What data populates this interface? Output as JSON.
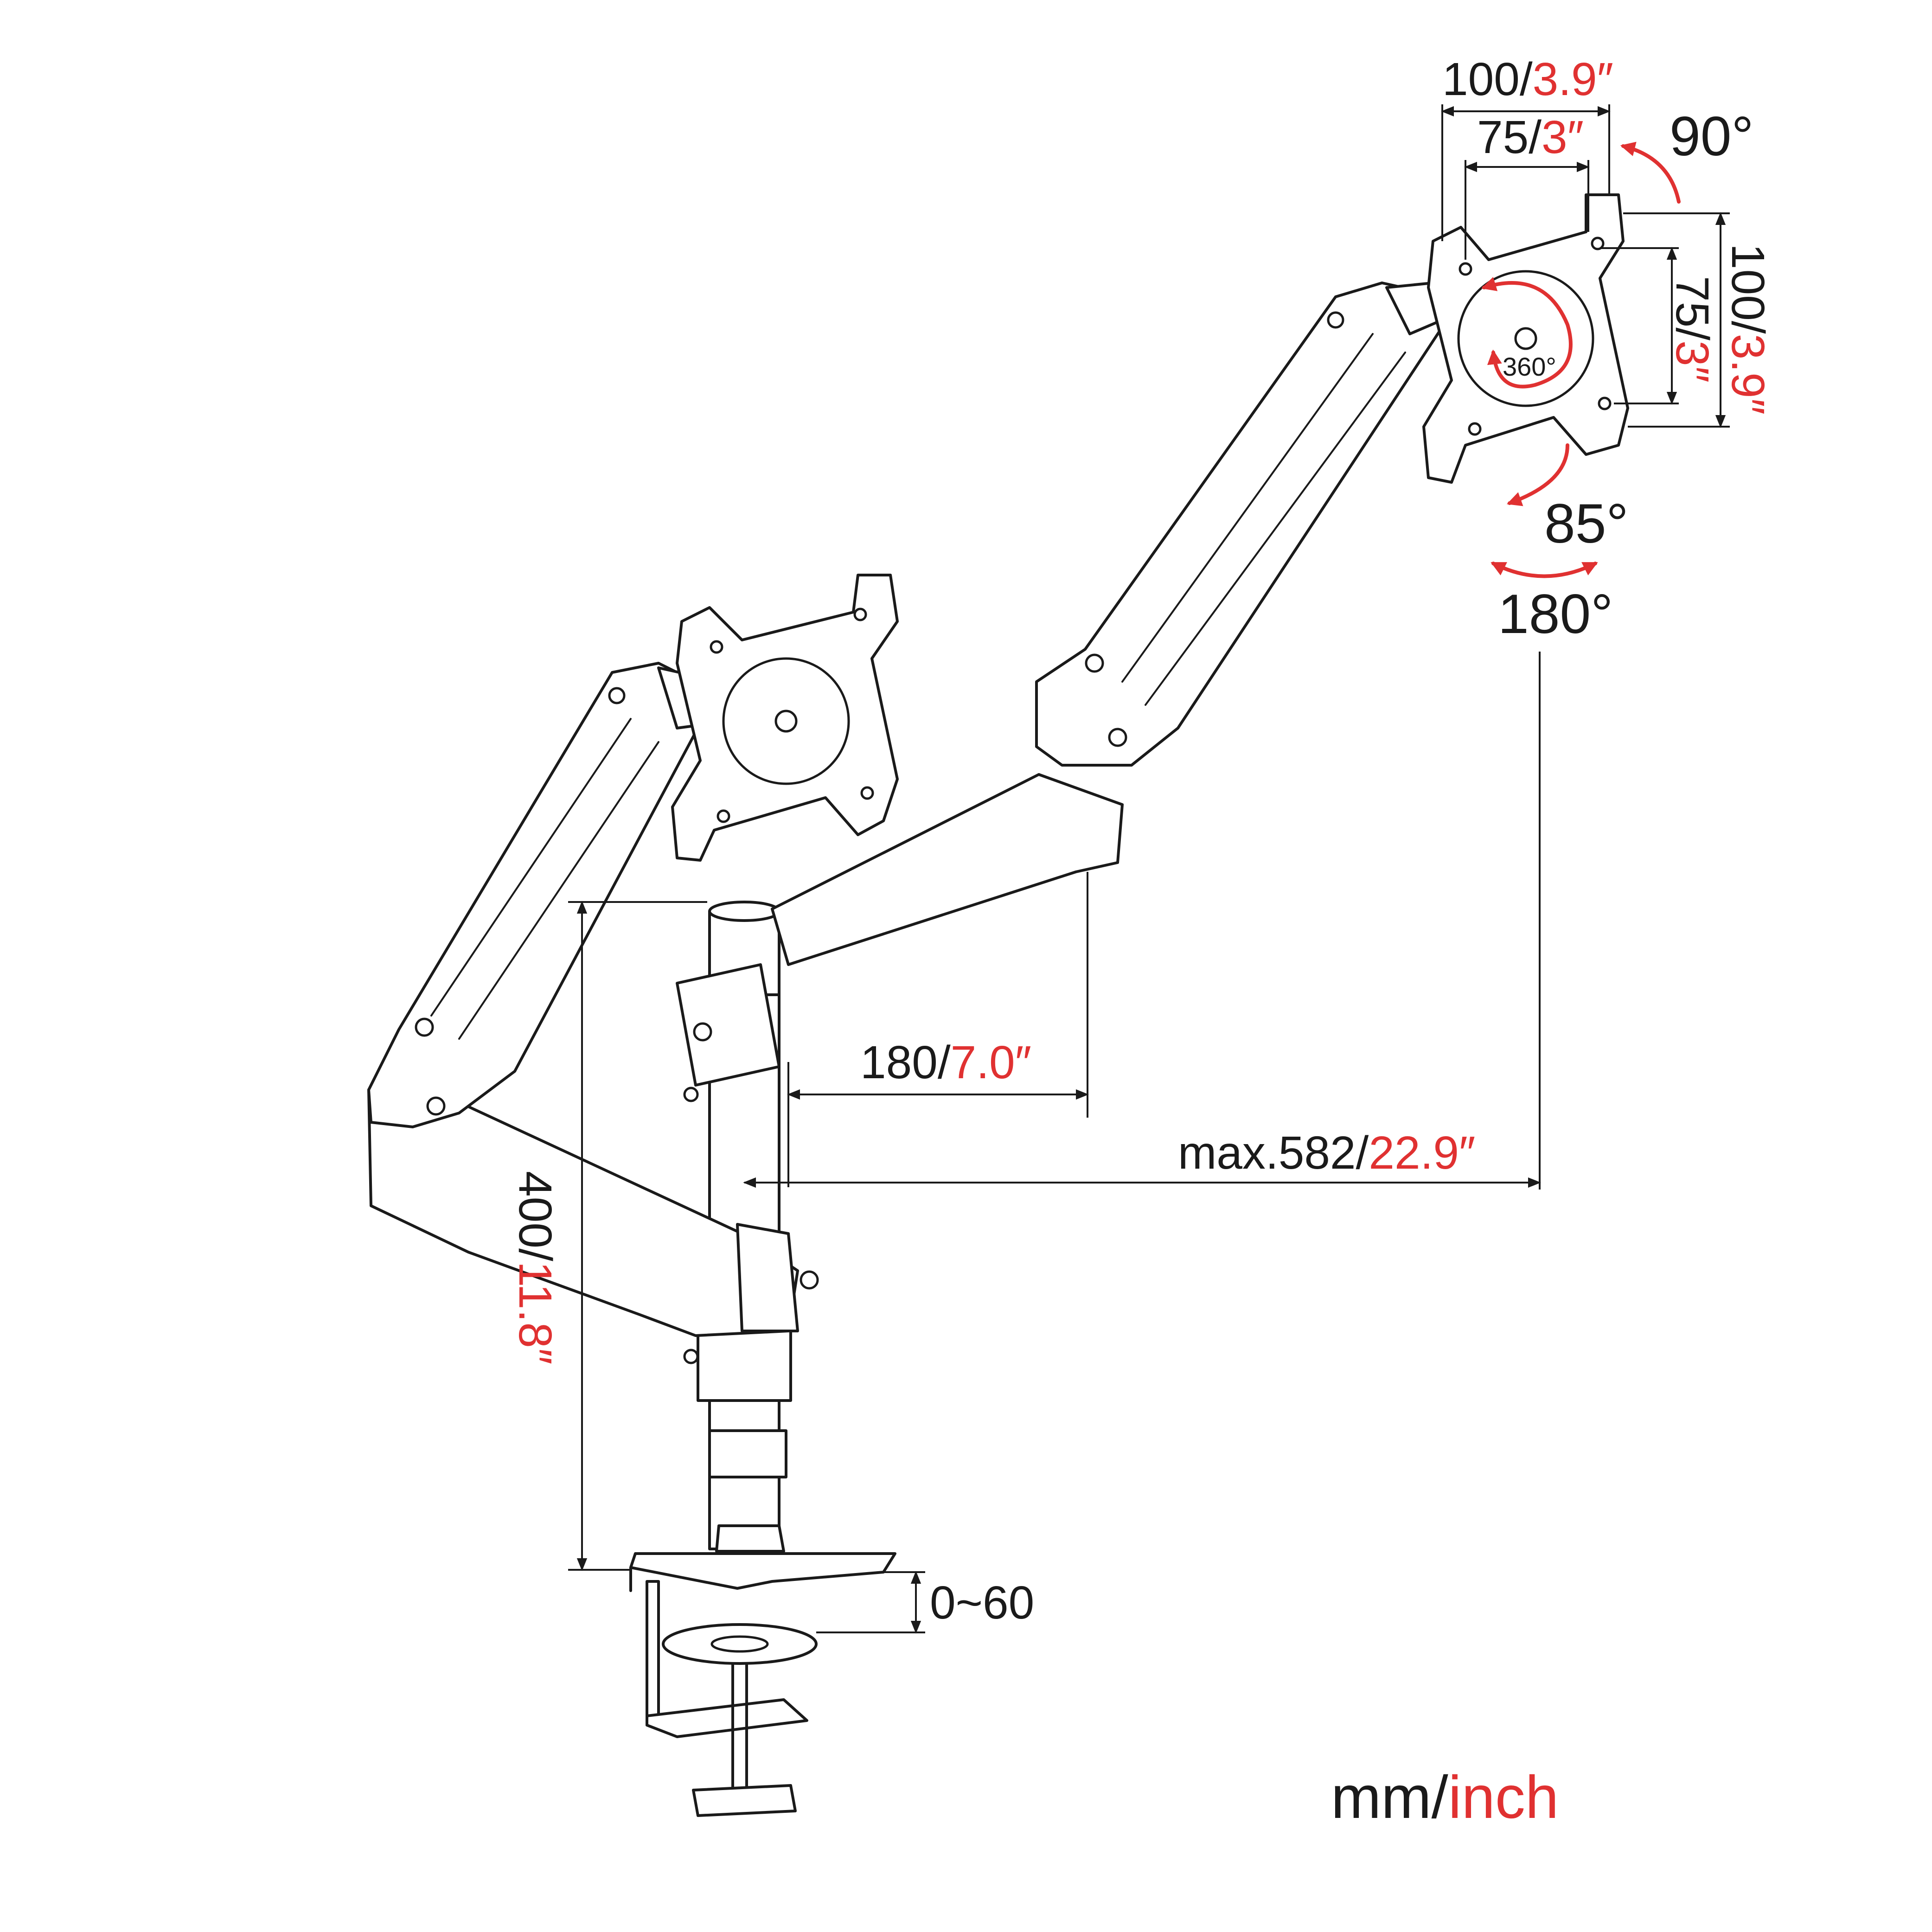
{
  "units": {
    "metric": "mm/",
    "imperial": "inch"
  },
  "dimensions": {
    "vesa_outer_top": {
      "metric": "100/",
      "imperial": "3.9″"
    },
    "vesa_inner_top": {
      "metric": "75/",
      "imperial": "3″"
    },
    "vesa_outer_side": {
      "metric": "100/",
      "imperial": "3.9″"
    },
    "vesa_inner_side": {
      "metric": "75/",
      "imperial": "3″"
    },
    "arm_segment": {
      "metric": "180/",
      "imperial": "7.0″"
    },
    "max_reach": {
      "metric": "max.582/",
      "imperial": "22.9″"
    },
    "max_height": {
      "metric": "400/",
      "imperial": "11.8″"
    },
    "clamp_range": {
      "metric": "0~60"
    }
  },
  "rotations": {
    "tilt": "90°",
    "rotate": "360°",
    "swivel_down": "85°",
    "swivel": "180°"
  },
  "colors": {
    "accent": "#e03131",
    "line": "#1a1a1a"
  }
}
